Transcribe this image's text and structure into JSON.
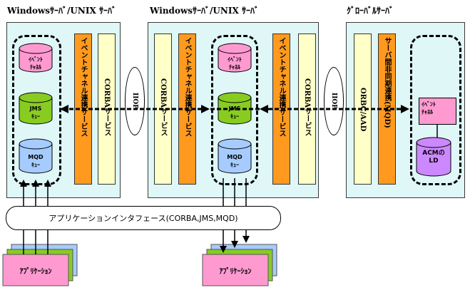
{
  "servers": [
    {
      "title": "Windowsｻｰﾊﾞ/UNIX ｻｰﾊﾞ"
    },
    {
      "title": "Windowsｻｰﾊﾞ/UNIX ｻｰﾊﾞ"
    },
    {
      "title": "ｸﾞﾛｰﾊﾞﾙｻｰﾊﾞ"
    }
  ],
  "event_channel": "ｲﾍﾞﾝﾄ ﾁｬﾈﾙ",
  "event_channel_line1": "ｲﾍﾞﾝﾄ",
  "event_channel_line2": "ﾁｬﾈﾙ",
  "jms_queue_line1": "JMS",
  "jms_queue_line2": "ｷｭｰ",
  "mqd_queue_line1": "MQD",
  "mqd_queue_line2": "ｷｭｰ",
  "acm_ld_line1": "ACMの",
  "acm_ld_line2": "LD",
  "event_channel_service": "イベントチャネル連携サービス",
  "corba_service": "CORBAサービス",
  "iiop": "IIOP",
  "orbc_aad": "ORBC/AAD",
  "server_async": "サーバ間非同期連携(MQD)",
  "api": "アプリケーションインタフェース(CORBA,JMS,MQD)",
  "application": "ｱﾌﾟﾘｹｰｼｮﾝ",
  "colors": {
    "server_bg": "#dff7f7",
    "event_channel": "#ff9ad0",
    "jms": "#88cc22",
    "mqd": "#a6ccff",
    "acm": "#cc88ff",
    "orange": "#ff9a1f",
    "yellow": "#ffffc8"
  }
}
